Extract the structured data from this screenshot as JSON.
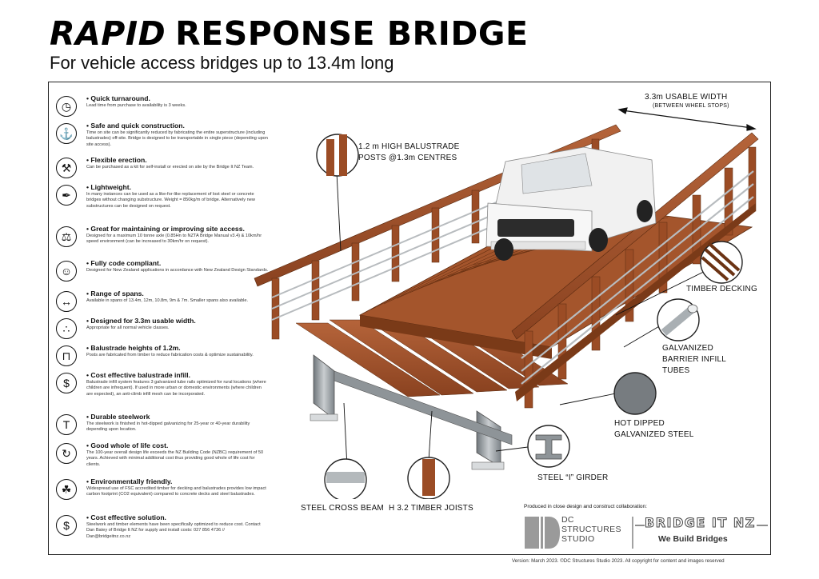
{
  "header": {
    "title_italic": "RAPID",
    "title_rest": "RESPONSE BRIDGE",
    "subtitle": "For vehicle access bridges up to 13.4m long"
  },
  "features": [
    {
      "icon": "clock-icon",
      "glyph": "◷",
      "title": "Quick turnaround.",
      "text": "Lead time from purchase to availability is 3 weeks."
    },
    {
      "icon": "crane-hook-icon",
      "glyph": "⚓",
      "title": "Safe and quick construction.",
      "text": "Time on site can be significantly reduced by fabricating the entire superstructure (including balustrades) off-site. Bridge is designed to be transportable in single piece (depending upon site access)."
    },
    {
      "icon": "wrench-icon",
      "glyph": "⚒",
      "title": "Flexible erection.",
      "text": "Can be purchased as a kit for self-install or erected on site by the Bridge It NZ Team."
    },
    {
      "icon": "feather-icon",
      "glyph": "✒",
      "title": "Lightweight.",
      "text": "In many instances can be used as a like-for-like replacement of lost steel or concrete bridges without changing substructure. Weight = 850kg/m of bridge. Alternatively new substructures can be designed on request."
    },
    {
      "icon": "weight-icon",
      "glyph": "⚖",
      "title": "Great for maintaining or improving site access.",
      "text": "Designed for a maximum 10 tonne axle (0.85Hn to NZTA Bridge Manual v3.4) & 10km/hr speed environment (can be increased to 30km/hr on request)."
    },
    {
      "icon": "engineer-icon",
      "glyph": "☺",
      "title": "Fully code compliant.",
      "text": "Designed for New Zealand applications in accordance with New Zealand Design Standards."
    },
    {
      "icon": "span-arrows-icon",
      "glyph": "↔",
      "title": "Range of spans.",
      "text": "Available in spans of 13.4m, 12m, 10.8m, 9m & 7m. Smaller spans also available."
    },
    {
      "icon": "footprints-icon",
      "glyph": "∴",
      "title": "Designed for 3.3m usable width.",
      "text": "Appropriate for all normal vehicle classes."
    },
    {
      "icon": "balustrade-icon",
      "glyph": "⊓",
      "title": "Balustrade heights of 1.2m.",
      "text": "Posts are fabricated from timber to reduce fabrication costs & optimize sustainability."
    },
    {
      "icon": "cost-icon",
      "glyph": "$",
      "title": "Cost effective balustrade infill.",
      "text": "Balustrade infill system features 3 galvanized tube rails optimized for rural locations (where children are infrequent). If used in more urban or domestic environments (where children are expected), an anti-climb infill mesh can be incorporated."
    },
    {
      "icon": "steel-beam-icon",
      "glyph": "T",
      "title": "Durable steelwork",
      "text": "The steelwork is finished in hot-dipped galvanizing for 25-year or 40-year durability depending upon location."
    },
    {
      "icon": "lifecycle-icon",
      "glyph": "↻",
      "title": "Good whole of life cost.",
      "text": "The 100-year overall design life exceeds the NZ Building Code (NZBC) requirement of 50 years. Achieved with minimal additional cost thus providing good whole of life cost for clients."
    },
    {
      "icon": "leaf-icon",
      "glyph": "☘",
      "title": "Environmentally friendly.",
      "text": "Widespread use of FSC accredited timber for decking and balustrades provides low impact carbon footprint (CO2 equivalent) compared to concrete decks and steel balustrades."
    },
    {
      "icon": "cost-icon",
      "glyph": "$",
      "title": "Cost effective solution.",
      "text": "Steelwork and timber elements have been specifically optimized to reduce cost. Contact Dan Batey of Bridge It NZ for supply and install costs: 027 856 4736 // Dan@bridgeitnz.co.nz"
    }
  ],
  "callouts": {
    "usable_width": "3.3m USABLE WIDTH",
    "usable_width_note": "(BETWEEN WHEEL STOPS)",
    "balustrade_posts_1": "1.2 m HIGH BALUSTRADE",
    "balustrade_posts_2": "POSTS @1.3m CENTRES",
    "timber_decking": "TIMBER DECKING",
    "infill_1": "GALVANIZED",
    "infill_2": "BARRIER INFILL",
    "infill_3": "TUBES",
    "hdg_1": "HOT DIPPED",
    "hdg_2": "GALVANIZED STEEL",
    "girder": "STEEL “I” GIRDER",
    "cross_beam": "STEEL CROSS BEAM",
    "joists": "H 3.2 TIMBER JOISTS"
  },
  "footer": {
    "collab": "Produced in close design and construct collaboration:",
    "dc_line1": "DC",
    "dc_line2": "STRUCTURES",
    "dc_line3": "STUDIO",
    "bin_title": "BRIDGE IT NZ",
    "bin_tagline": "We Build Bridges",
    "version": "Version: March 2023. ©DC Structures Studio 2023. All copyright for content and images reserved"
  },
  "colors": {
    "timber": "#a0522d",
    "timber_dark": "#6e3518",
    "steel": "#9aa0a4",
    "frame": "#222222"
  }
}
